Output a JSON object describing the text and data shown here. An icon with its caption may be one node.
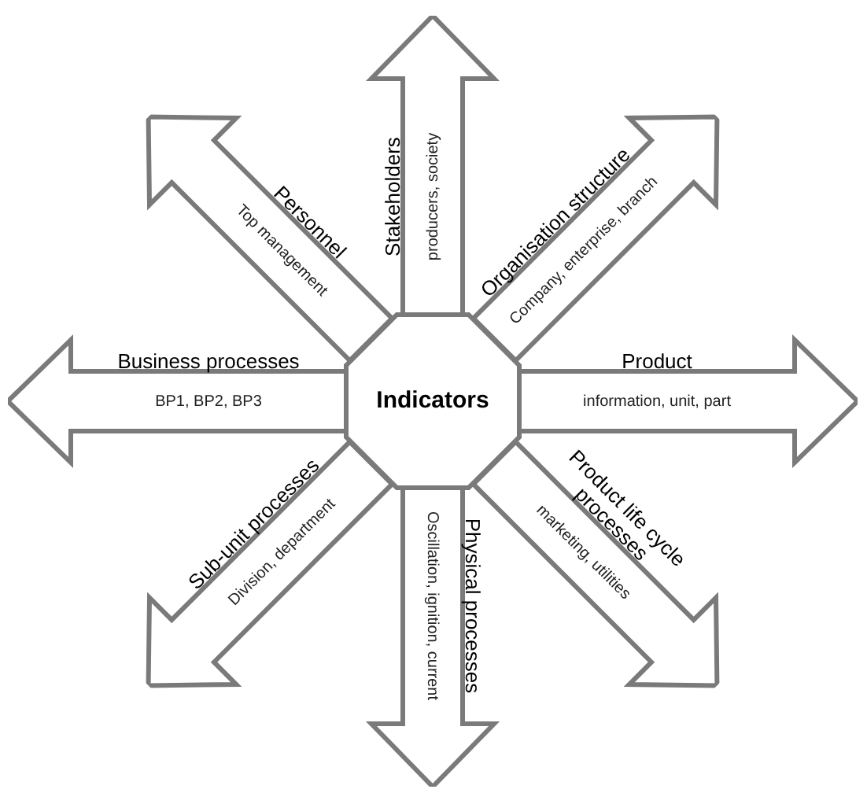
{
  "diagram": {
    "nodes": [
      {
        "text": [
          "Indicators"
        ]
      },
      {
        "text": [
          "Stakeholders",
          "producers, society"
        ]
      },
      {
        "text": [
          "Organisation structure",
          "Company, enterprise, branch"
        ]
      },
      {
        "text": [
          "Product",
          "information, unit, part"
        ]
      },
      {
        "text": [
          "Product life cycle processes",
          "marketing, utilities"
        ]
      },
      {
        "text": [
          "Physical processes",
          "Oscillation, ignition, current"
        ]
      },
      {
        "text": [
          "Sub-unit processes",
          "Division, department"
        ]
      },
      {
        "text": [
          "Business processes",
          "BP1, BP2, BP3"
        ]
      },
      {
        "text": [
          "Personnel",
          "Top management"
        ]
      }
    ]
  }
}
